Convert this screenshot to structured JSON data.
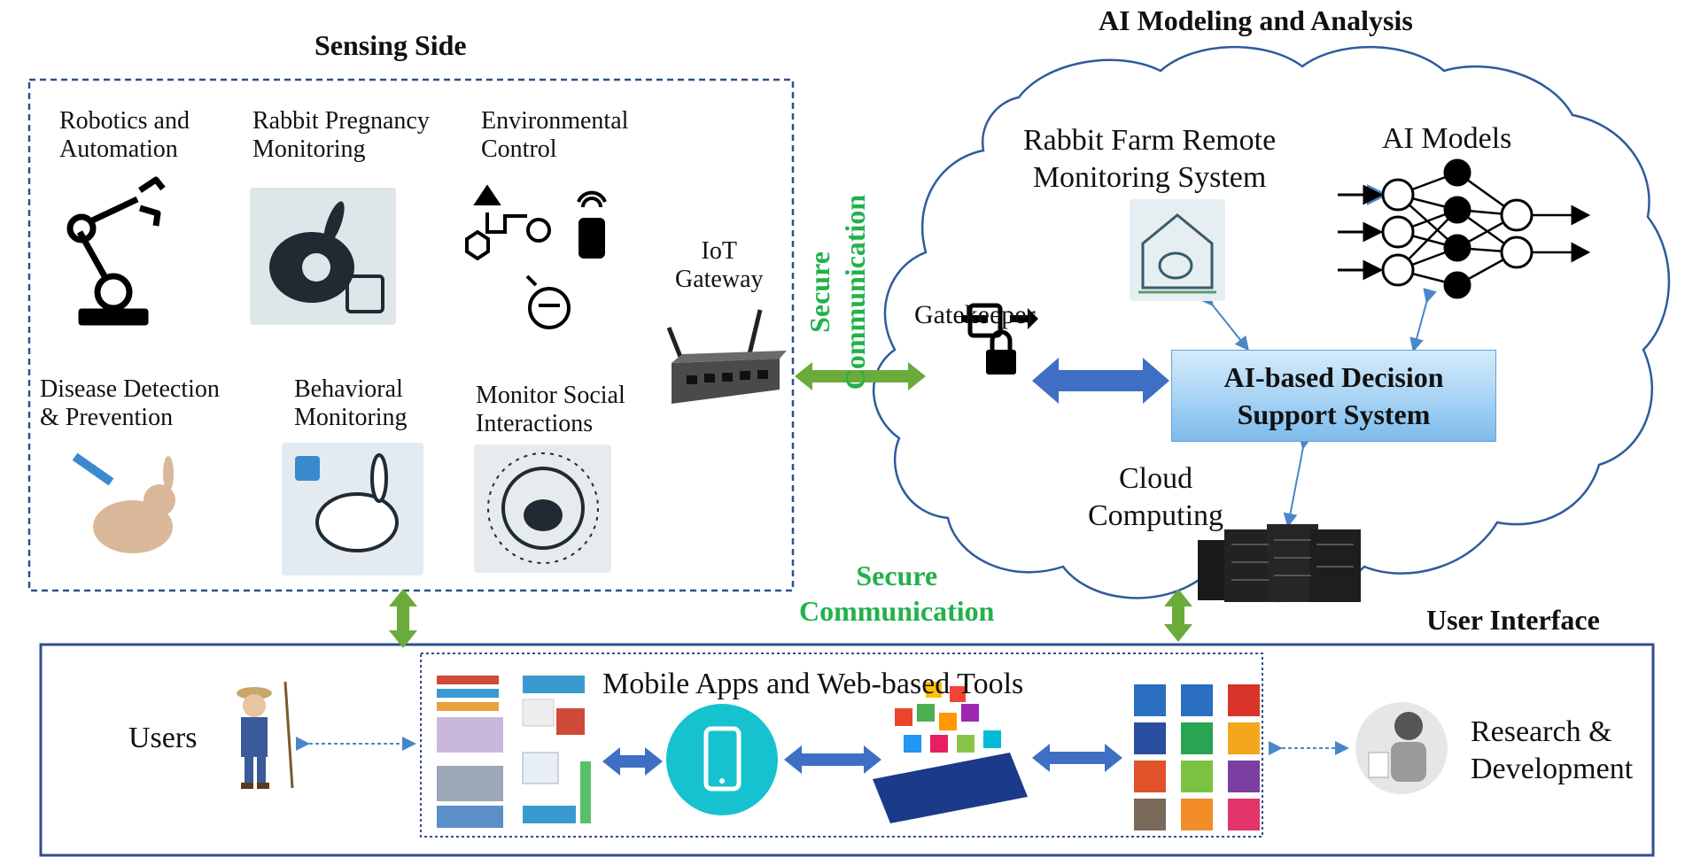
{
  "titles": {
    "sensing": "Sensing Side",
    "ai": "AI Modeling and Analysis",
    "ui": "User Interface"
  },
  "sensing": {
    "robotics": [
      "Robotics and",
      "Automation"
    ],
    "pregnancy": [
      "Rabbit Pregnancy",
      "Monitoring"
    ],
    "environment": [
      "Environmental",
      "Control"
    ],
    "disease": [
      "Disease Detection",
      "& Prevention"
    ],
    "behavior": [
      "Behavioral",
      "Monitoring"
    ],
    "social": [
      "Monitor Social",
      "Interactions"
    ],
    "gateway": [
      "IoT",
      "Gateway"
    ]
  },
  "secure_vertical": [
    "Secure",
    "Communication"
  ],
  "secure_bottom": [
    "Secure",
    "Communication"
  ],
  "cloud": {
    "remote": [
      "Rabbit Farm Remote",
      "Monitoring System"
    ],
    "models": "AI Models",
    "gatekeeper": "Gatekeeper",
    "dss": [
      "AI-based Decision",
      "Support System"
    ],
    "computing": [
      "Cloud",
      "Computing"
    ]
  },
  "interface": {
    "users": "Users",
    "tools": "Mobile Apps and Web-based Tools",
    "research": [
      "Research &",
      "Development"
    ]
  },
  "colors": {
    "box_border": "#2f4f8f",
    "green_arrow": "#6aab3c",
    "blue_arrow": "#3e6fc4",
    "secure_text": "#22b14c"
  }
}
